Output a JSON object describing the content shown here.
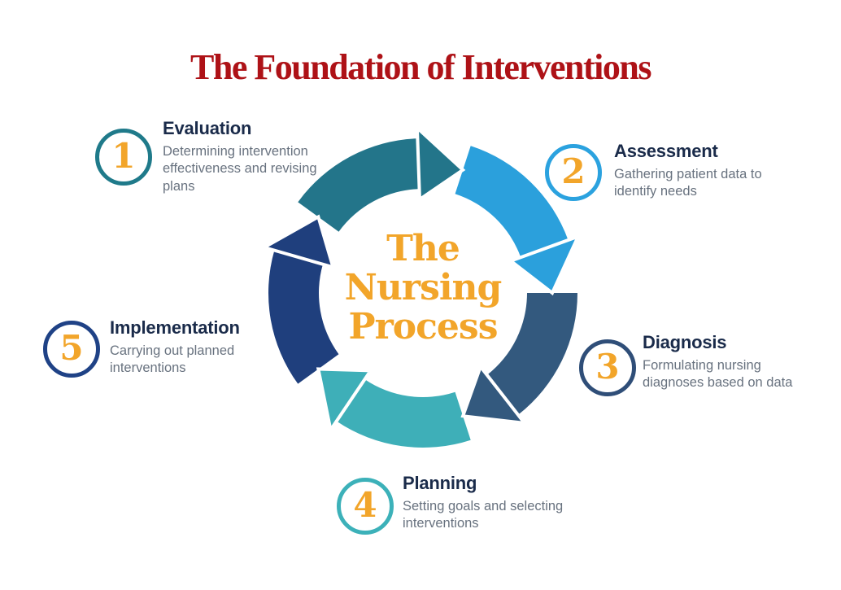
{
  "title": "The Foundation of Interventions",
  "colors": {
    "title_red": "#AE1217",
    "gold": "#F2A52A",
    "step_title_text": "#1A2B4A",
    "step_desc_text": "#68727F",
    "teal": "#23758A",
    "light_blue": "#2BA0DC",
    "steel_blue": "#33597E",
    "turquoise": "#3EAFB8",
    "navy": "#1F3F7D"
  },
  "center_label": "The\nNursing\nProcess",
  "steps": [
    {
      "number": "1",
      "label": "Evaluation",
      "description": "Determining intervention effectiveness and revising plans",
      "color": "#1F7A8A",
      "position": "top-left"
    },
    {
      "number": "2",
      "label": "Assessment",
      "description": "Gathering patient data to identify needs",
      "color": "#2BA2DF",
      "position": "top-right"
    },
    {
      "number": "3",
      "label": "Diagnosis",
      "description": "Formulating nursing diagnoses based on data",
      "color": "#2F4E78",
      "position": "right"
    },
    {
      "number": "4",
      "label": "Planning",
      "description": "Setting goals and selecting interventions",
      "color": "#3CB1B9",
      "position": "bottom"
    },
    {
      "number": "5",
      "label": "Implementation",
      "description": "Carrying out planned interventions",
      "color": "#1F4286",
      "position": "left"
    }
  ],
  "diagram": {
    "type": "cycle",
    "direction": "clockwise",
    "segments": [
      {
        "step": "evaluation",
        "color": "#23758A",
        "tip_angle_deg": 18
      },
      {
        "step": "assessment",
        "color": "#2BA0DC",
        "tip_angle_deg": 90
      },
      {
        "step": "diagnosis",
        "color": "#33597E",
        "tip_angle_deg": 162
      },
      {
        "step": "planning",
        "color": "#3EAFB8",
        "tip_angle_deg": 234
      },
      {
        "step": "implementation",
        "color": "#1F3F7D",
        "tip_angle_deg": 306
      }
    ]
  }
}
